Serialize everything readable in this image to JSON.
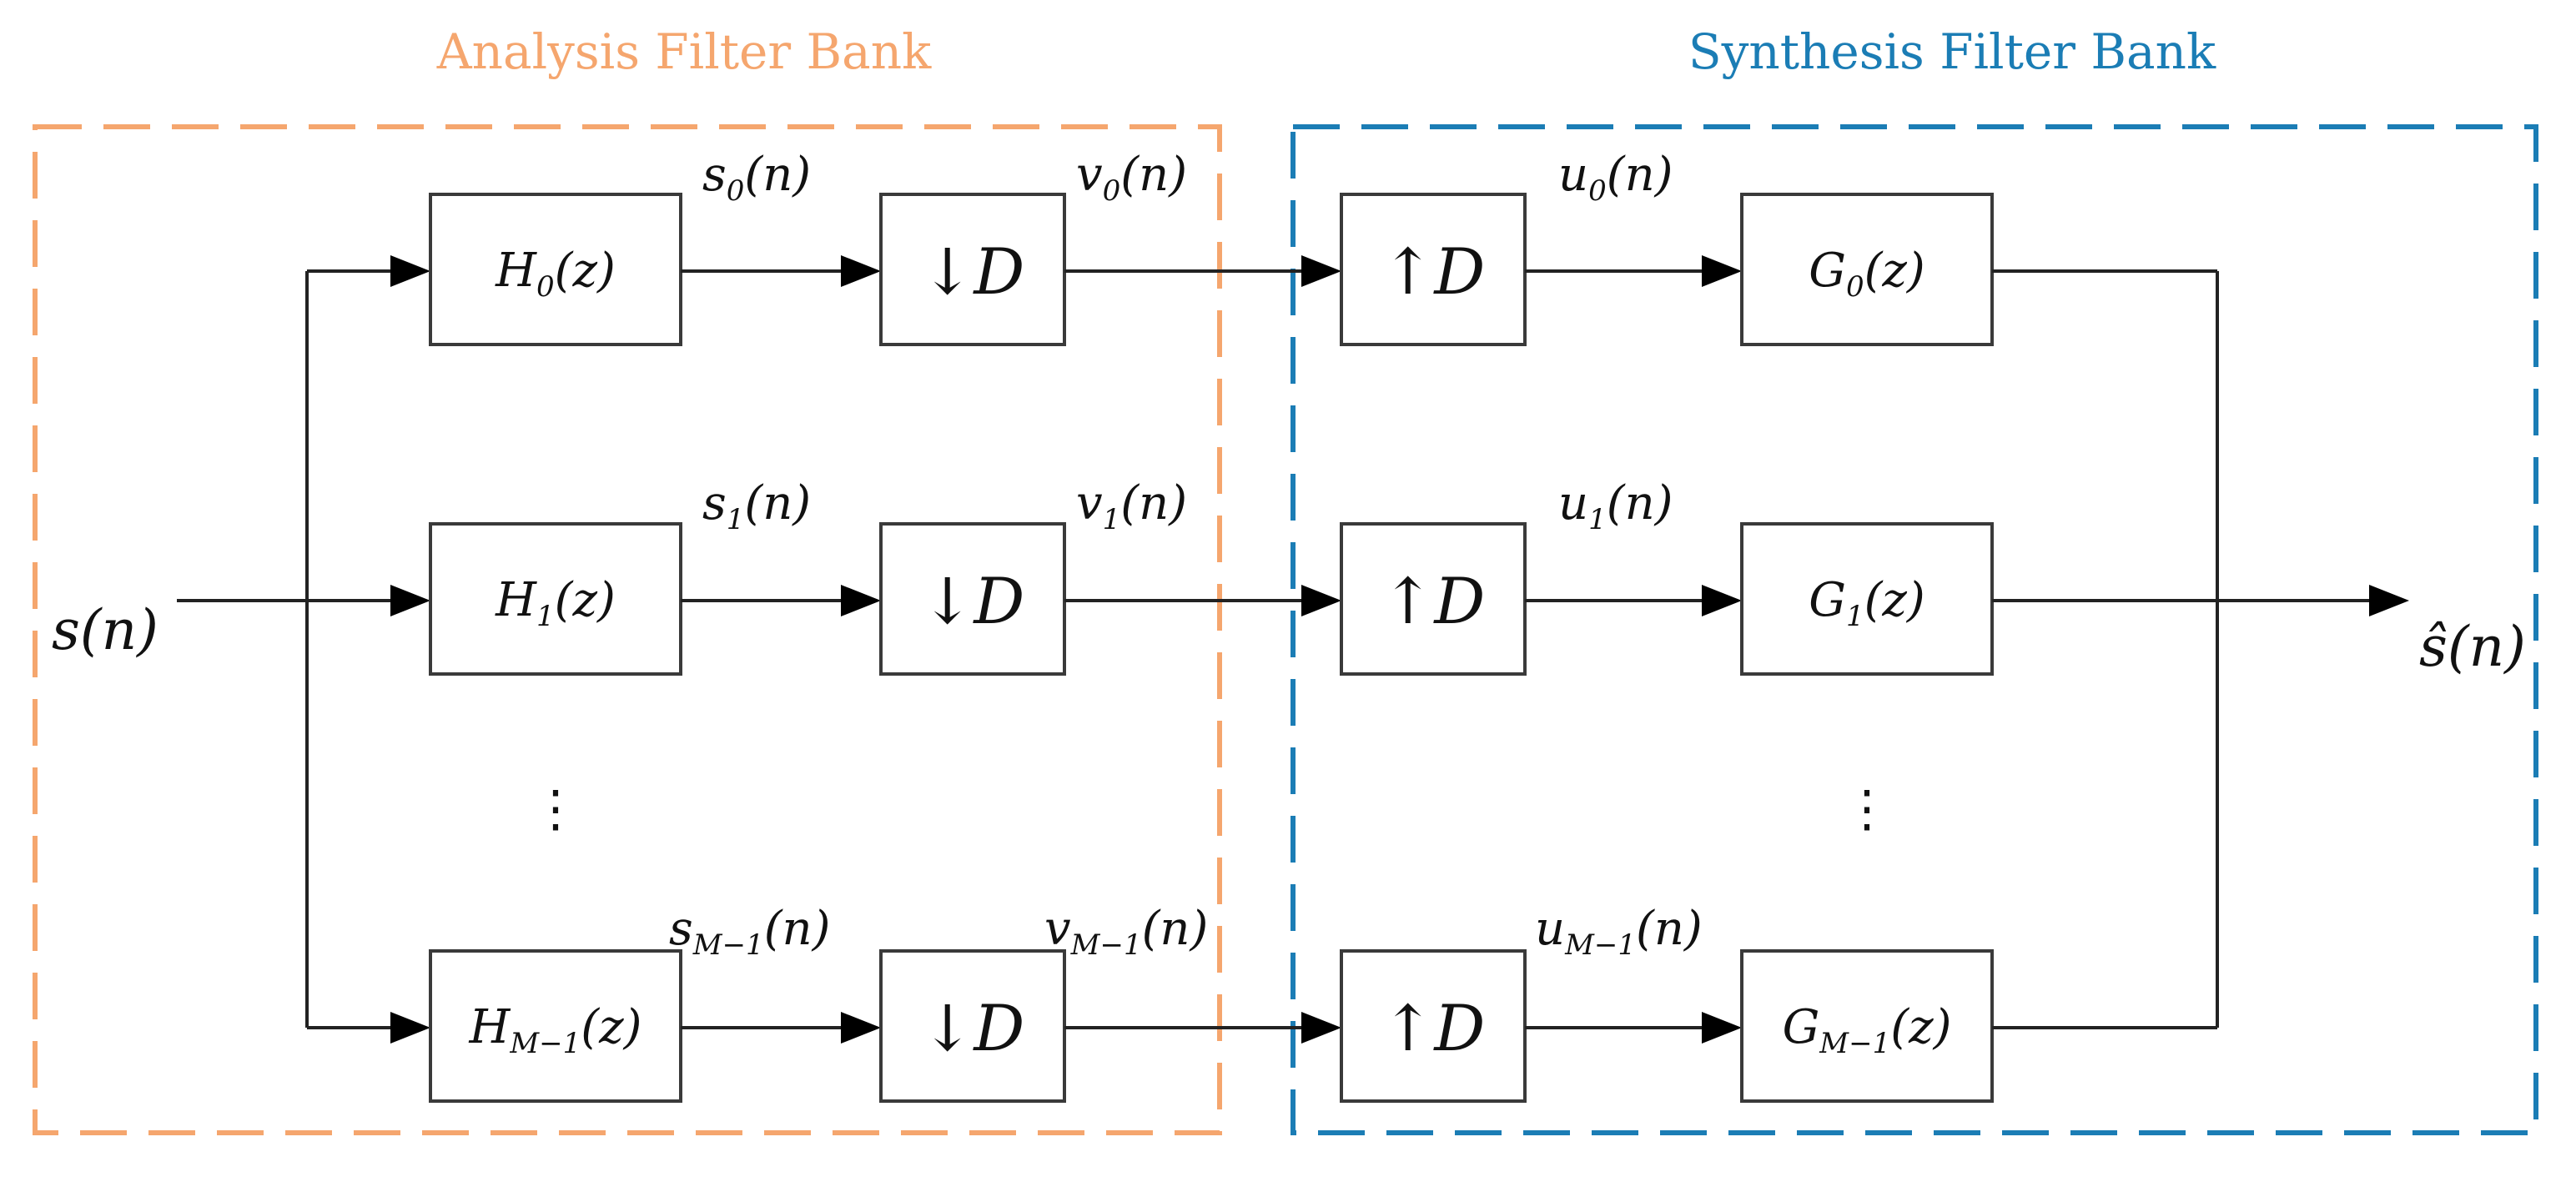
{
  "colors": {
    "analysis": "#f5a66e",
    "synthesis": "#1b7db5",
    "line": "#222222"
  },
  "analysis": {
    "title": "Analysis Filter Bank",
    "filters": [
      {
        "base": "H",
        "sub": "0",
        "arg": "(z)"
      },
      {
        "base": "H",
        "sub": "1",
        "arg": "(z)"
      },
      {
        "base": "H",
        "sub": "M−1",
        "arg": "(z)"
      }
    ],
    "filter_outputs": [
      {
        "base": "s",
        "sub": "0",
        "arg": "(n)"
      },
      {
        "base": "s",
        "sub": "1",
        "arg": "(n)"
      },
      {
        "base": "s",
        "sub": "M−1",
        "arg": "(n)"
      }
    ],
    "downsampler": {
      "arrow": "↓",
      "factor": "D"
    },
    "downsampler_outputs": [
      {
        "base": "v",
        "sub": "0",
        "arg": "(n)"
      },
      {
        "base": "v",
        "sub": "1",
        "arg": "(n)"
      },
      {
        "base": "v",
        "sub": "M−1",
        "arg": "(n)"
      }
    ],
    "ellipsis": "⋮"
  },
  "synthesis": {
    "title": "Synthesis Filter Bank",
    "upsampler": {
      "arrow": "↑",
      "factor": "D"
    },
    "upsampler_outputs": [
      {
        "base": "u",
        "sub": "0",
        "arg": "(n)"
      },
      {
        "base": "u",
        "sub": "1",
        "arg": "(n)"
      },
      {
        "base": "u",
        "sub": "M−1",
        "arg": "(n)"
      }
    ],
    "filters": [
      {
        "base": "G",
        "sub": "0",
        "arg": "(z)"
      },
      {
        "base": "G",
        "sub": "1",
        "arg": "(z)"
      },
      {
        "base": "G",
        "sub": "M−1",
        "arg": "(z)"
      }
    ],
    "ellipsis": "⋮"
  },
  "signal_in": "s(n)",
  "signal_out": "ŝ(n)"
}
